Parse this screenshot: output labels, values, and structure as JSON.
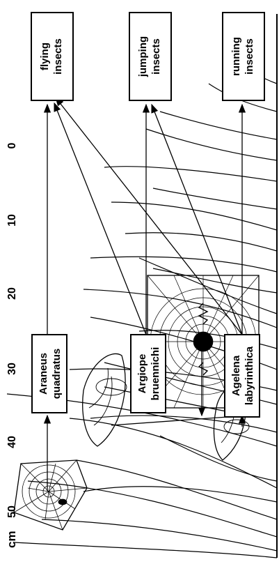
{
  "unit_label": "cm",
  "scale_ticks": [
    "50",
    "40",
    "30",
    "20",
    "10",
    "0"
  ],
  "spiders": [
    {
      "line1": "Araneus",
      "line2": "quadratus"
    },
    {
      "line1": "Argiope",
      "line2": "bruennichi"
    },
    {
      "line1": "Agelena",
      "line2": "labyrinthica"
    }
  ],
  "prey": [
    {
      "line1": "flying",
      "line2": "insects"
    },
    {
      "line1": "jumping",
      "line2": "insects"
    },
    {
      "line1": "running",
      "line2": "insects"
    }
  ]
}
